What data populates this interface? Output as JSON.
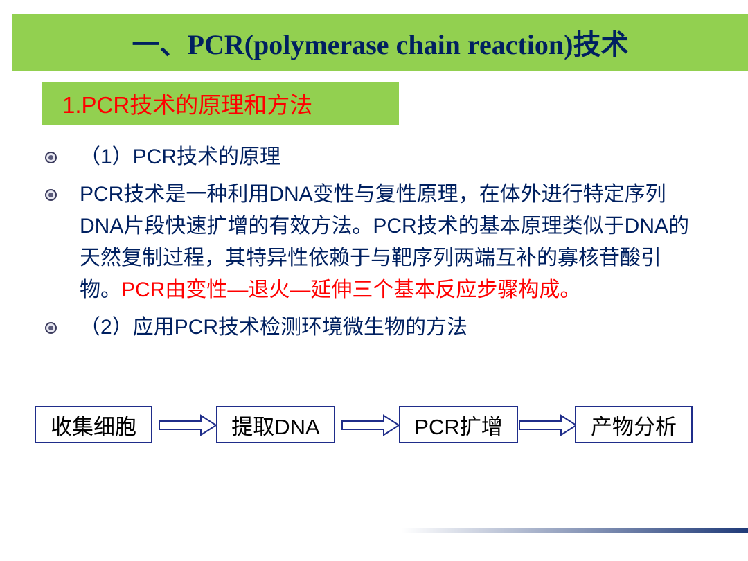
{
  "header": {
    "title": "一、PCR(polymerase chain reaction)技术"
  },
  "section": {
    "title": "1.PCR技术的原理和方法"
  },
  "bullets": [
    {
      "text": "（1）PCR技术的原理"
    },
    {
      "text": "PCR技术是一种利用DNA变性与复性原理，在体外进行特定序列DNA片段快速扩增的有效方法。PCR技术的基本原理类似于DNA的天然复制过程，其特异性依赖于与靶序列两端互补的寡核苷酸引物。",
      "highlight": "PCR由变性—退火—延伸三个基本反应步骤构成。"
    },
    {
      "text": "（2）应用PCR技术检测环境微生物的方法"
    }
  ],
  "flow": {
    "steps": [
      "收集细胞",
      "提取DNA",
      "PCR扩增",
      "产物分析"
    ]
  },
  "colors": {
    "title_bg": "#92d050",
    "title_text": "#002060",
    "highlight": "#ff0000",
    "box_border": "#1f2d8a"
  }
}
